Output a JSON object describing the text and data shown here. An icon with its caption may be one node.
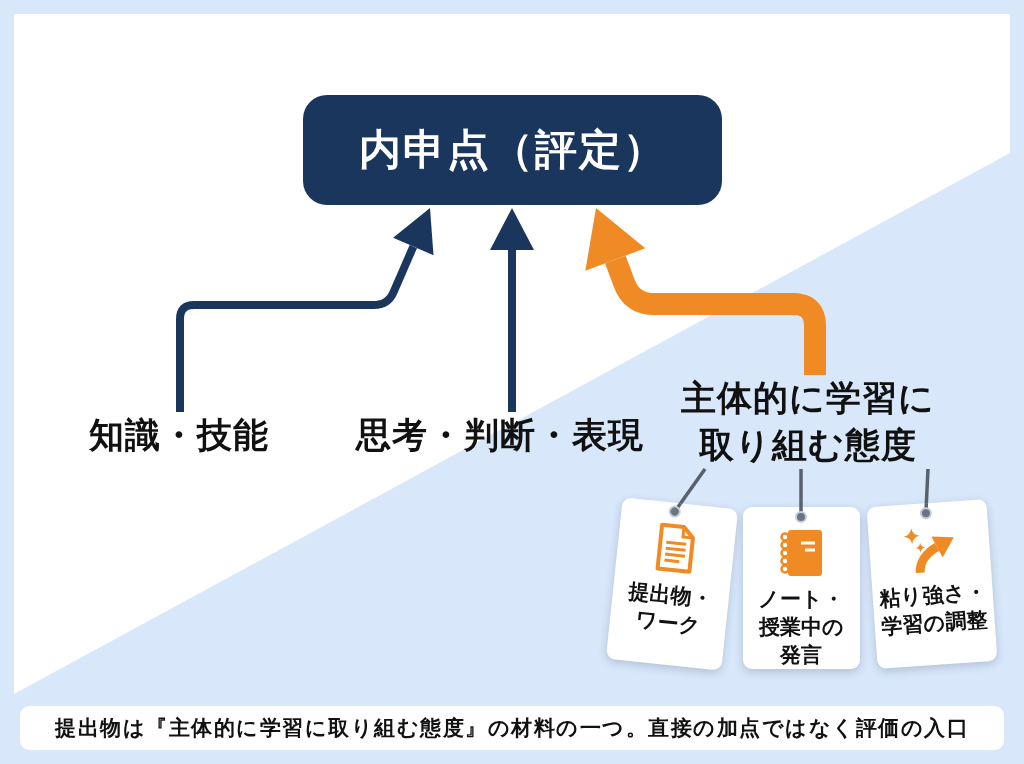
{
  "diagram": {
    "nodes": [
      {
        "text": [
          "内申点（評定）"
        ]
      },
      {
        "text": [
          "知識・技能"
        ]
      },
      {
        "text": [
          "思考・判断・表現"
        ]
      },
      {
        "text": [
          "主体的に学習に取り組む態度"
        ]
      },
      {
        "text": [
          "提出物・ワーク"
        ]
      },
      {
        "text": [
          "ノート・授業中の発言"
        ]
      },
      {
        "text": [
          "粘り強さ・学習の調整"
        ]
      },
      {
        "text": [
          "提出物は『主体的に学習に取り組む態度』の材料の一つ。直接の加点ではなく評価の入口"
        ]
      }
    ],
    "edges": [
      {
        "from": 1,
        "to": 0,
        "arrow": "to",
        "style": "thick",
        "color": "#1b365d"
      },
      {
        "from": 2,
        "to": 0,
        "arrow": "to",
        "style": "thick",
        "color": "#1b365d"
      },
      {
        "from": 3,
        "to": 0,
        "arrow": "to",
        "style": "thick",
        "color": "#f08a24"
      },
      {
        "from": 3,
        "to": 4,
        "arrow": "other"
      },
      {
        "from": 3,
        "to": 5,
        "arrow": "other"
      },
      {
        "from": 3,
        "to": 6,
        "arrow": "other"
      }
    ]
  }
}
